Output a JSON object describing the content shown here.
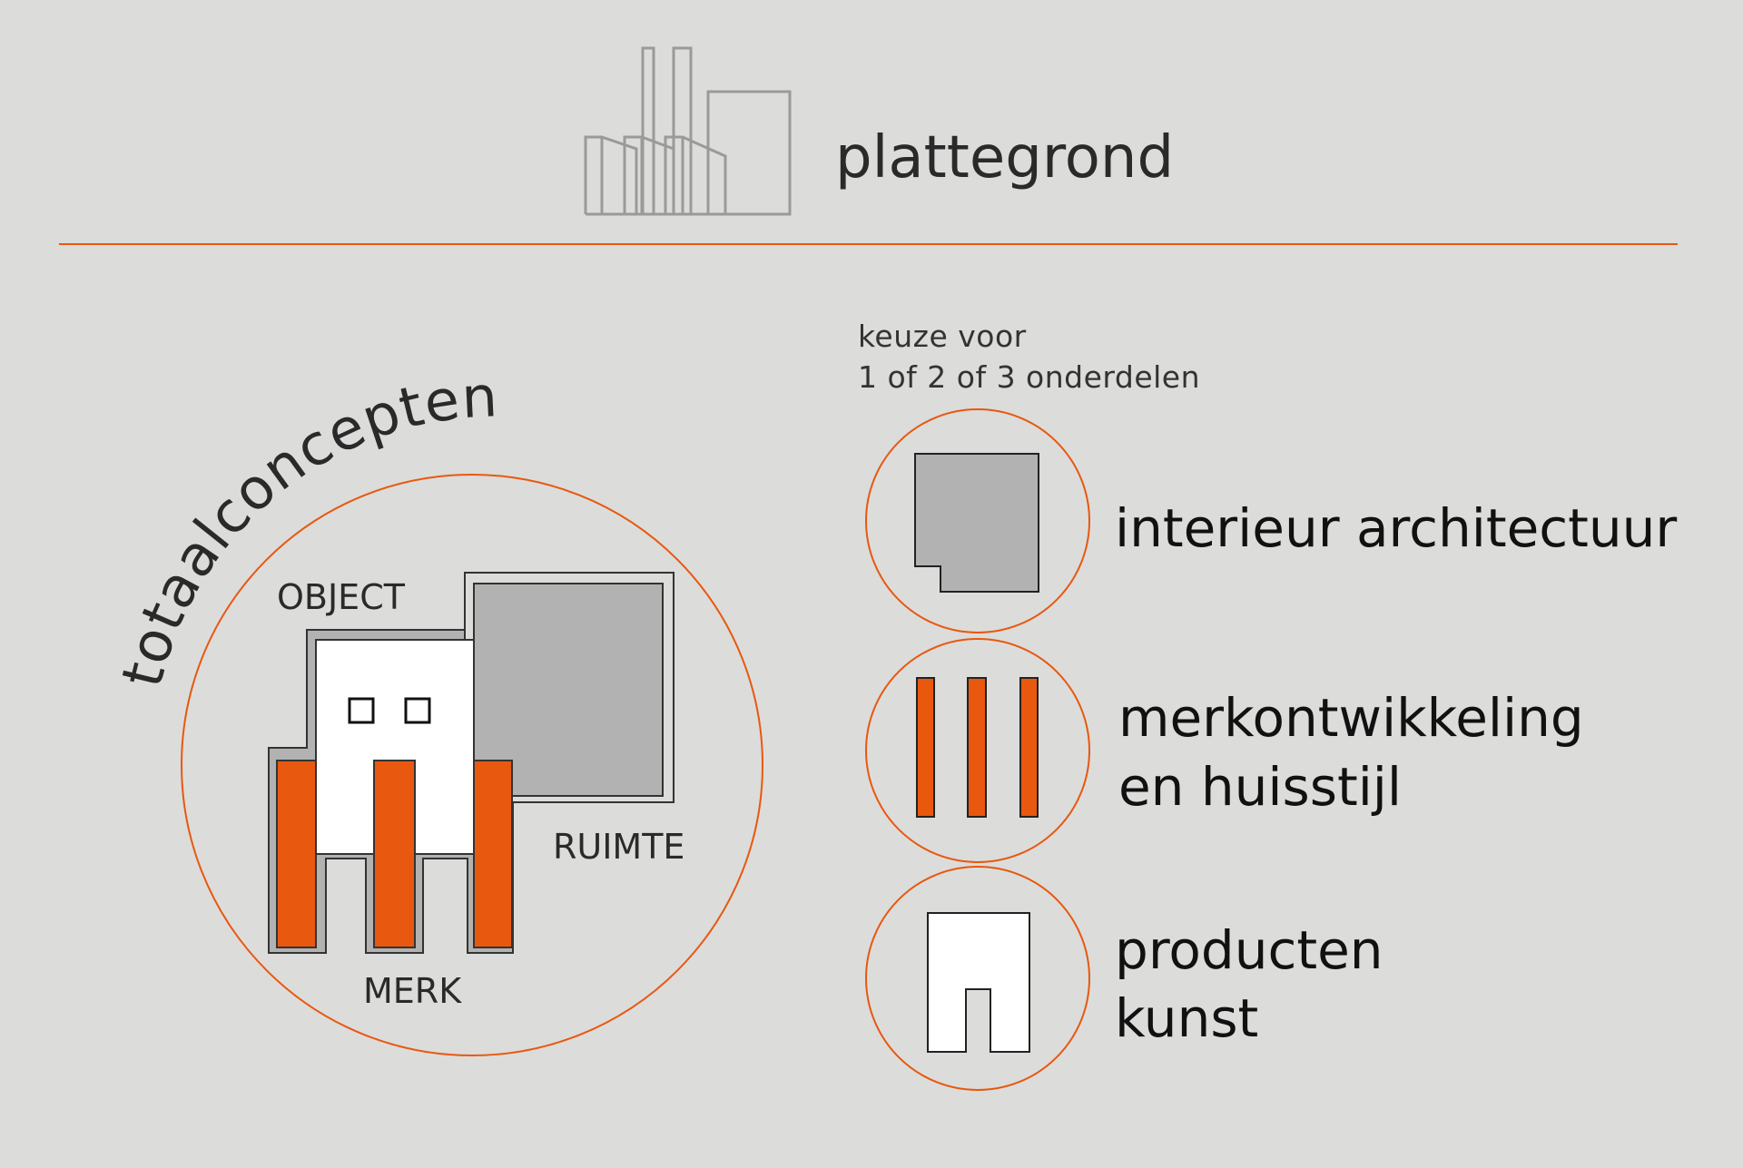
{
  "header": {
    "title": "plattegrond",
    "icon": "factory-icon"
  },
  "concept": {
    "arc_title": "totaalconcepten",
    "labels": {
      "object": "OBJECT",
      "ruimte": "RUIMTE",
      "merk": "MERK"
    }
  },
  "choice": {
    "subtitle_line1": "keuze voor",
    "subtitle_line2": "1 of 2 of 3 onderdelen"
  },
  "options": [
    {
      "icon": "floorplan-icon",
      "line1": "interieur architectuur"
    },
    {
      "icon": "orange-bars-icon",
      "line1": "merkontwikkeling",
      "line2": "en huisstijl"
    },
    {
      "icon": "arch-object-icon",
      "line1": "producten",
      "line2": "kunst"
    }
  ],
  "colors": {
    "accent": "#e8580f",
    "background": "#dcdcdb",
    "gray_fill": "#b1b2b1",
    "outline_gray": "#9a9a9a"
  }
}
